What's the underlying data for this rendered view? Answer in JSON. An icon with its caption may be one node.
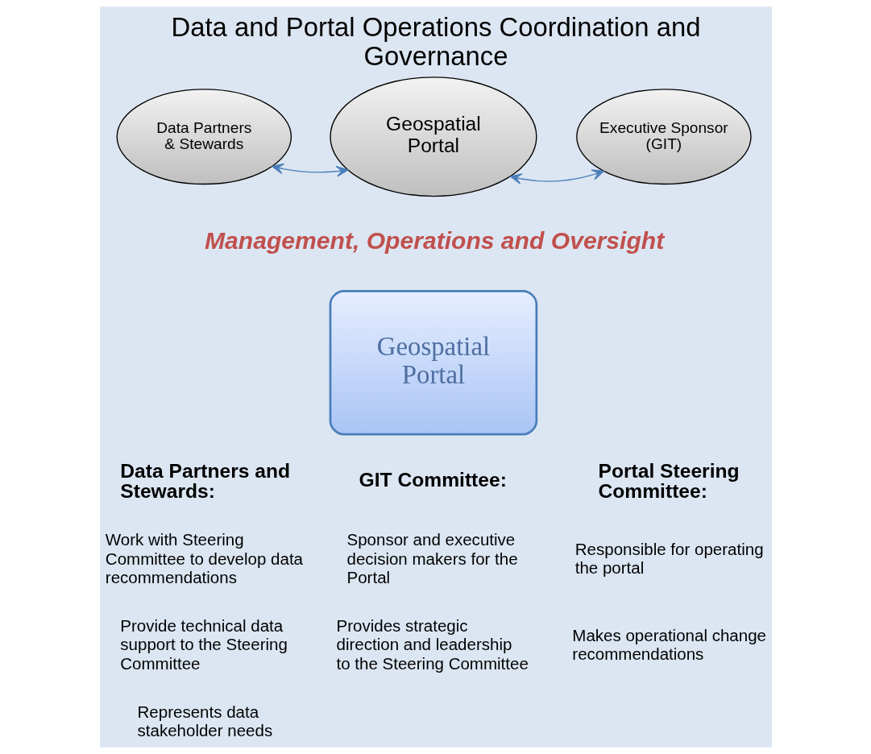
{
  "diagram": {
    "title": "Data and Portal Operations Coordination and Governance",
    "nodes": [
      {
        "text": [
          "Data Partners & Stewards"
        ]
      },
      {
        "text": [
          "Geospatial Portal"
        ]
      },
      {
        "text": [
          "Executive Sponsor (GIT)"
        ]
      },
      {
        "text": [
          "Geospatial Portal"
        ]
      }
    ],
    "edges": [
      {
        "from": 1,
        "to": 0,
        "arrow": "both"
      },
      {
        "from": 1,
        "to": 2,
        "arrow": "both"
      }
    ],
    "labels": [
      "Management, Operations and Oversight",
      "Data Partners and Stewards:",
      "Work with Steering Committee to develop data recommendations",
      "Provide technical data support to the Steering Committee",
      "Represents data stakeholder needs",
      "GIT Committee:",
      "Sponsor and executive decision makers for the Portal",
      "Provides strategic direction and leadership to the Steering Committee",
      "Portal Steering Committee:",
      "Responsible for operating the portal",
      "Makes operational change recommendations"
    ]
  }
}
